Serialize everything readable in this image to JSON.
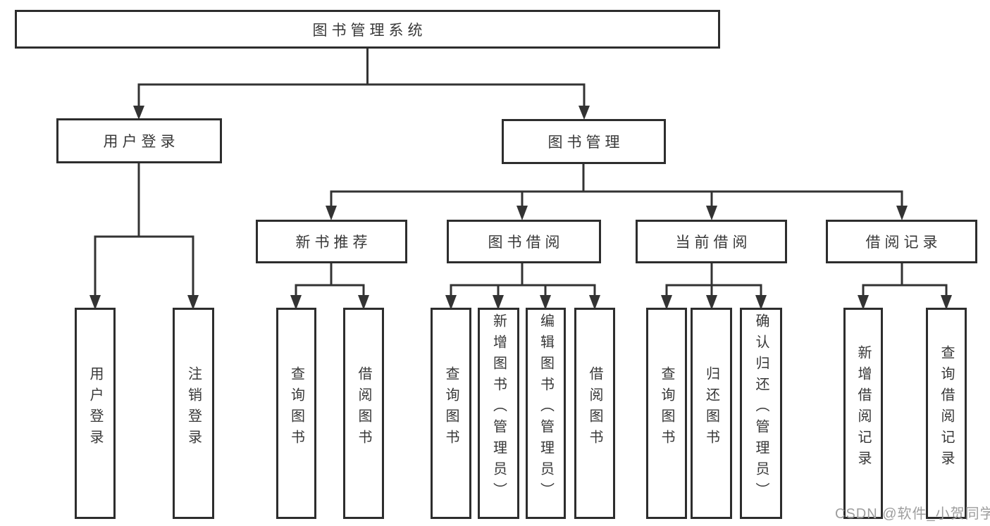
{
  "diagram": {
    "title": "图书管理系统",
    "root": "图书管理系统",
    "branches": {
      "user_login": {
        "label": "用户登录",
        "children": [
          "用户登录",
          "注销登录"
        ]
      },
      "book_mgmt": {
        "label": "图书管理",
        "children": [
          {
            "label": "新书推荐",
            "children": [
              "查询图书",
              "借阅图书"
            ]
          },
          {
            "label": "图书借阅",
            "children": [
              "查询图书",
              "新增图书（管理员）",
              "编辑图书（管理员）",
              "借阅图书"
            ]
          },
          {
            "label": "当前借阅",
            "children": [
              "查询图书",
              "归还图书",
              "确认归还（管理员）"
            ]
          },
          {
            "label": "借阅记录",
            "children": [
              "新增借阅记录",
              "查询借阅记录"
            ]
          }
        ]
      }
    }
  },
  "watermark": "CSDN @软件_小贺同学",
  "colors": {
    "background": "#ffffff",
    "line": "#333333",
    "box_border": "#2d2d2d",
    "text": "#383838",
    "watermark": "#9e9e9e"
  }
}
